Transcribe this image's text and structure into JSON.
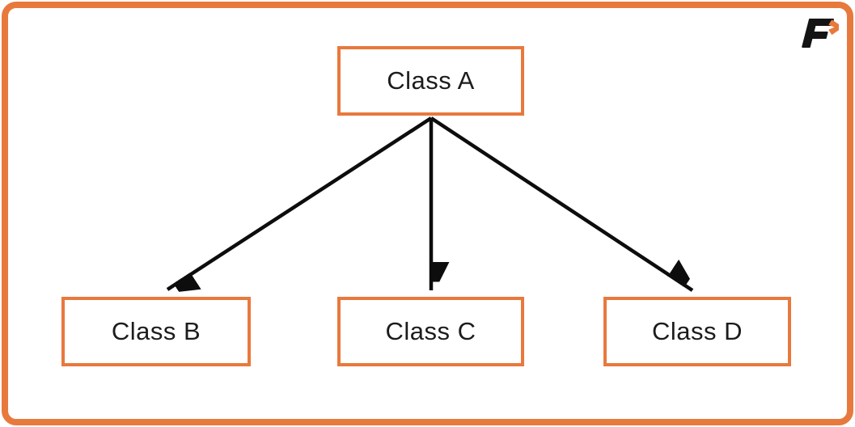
{
  "diagram": {
    "nodes": [
      {
        "id": "class-a",
        "label": "Class A"
      },
      {
        "id": "class-b",
        "label": "Class B"
      },
      {
        "id": "class-c",
        "label": "Class C"
      },
      {
        "id": "class-d",
        "label": "Class D"
      }
    ],
    "edges": [
      {
        "from": "Class A",
        "to": "Class B"
      },
      {
        "from": "Class A",
        "to": "Class C"
      },
      {
        "from": "Class A",
        "to": "Class D"
      }
    ]
  },
  "branding": {
    "logo_icon": "f-arrow-logo"
  },
  "colors": {
    "accent_orange": "#E8793D",
    "arrow_black": "#0d0d0d",
    "background": "#FFFFFF"
  }
}
